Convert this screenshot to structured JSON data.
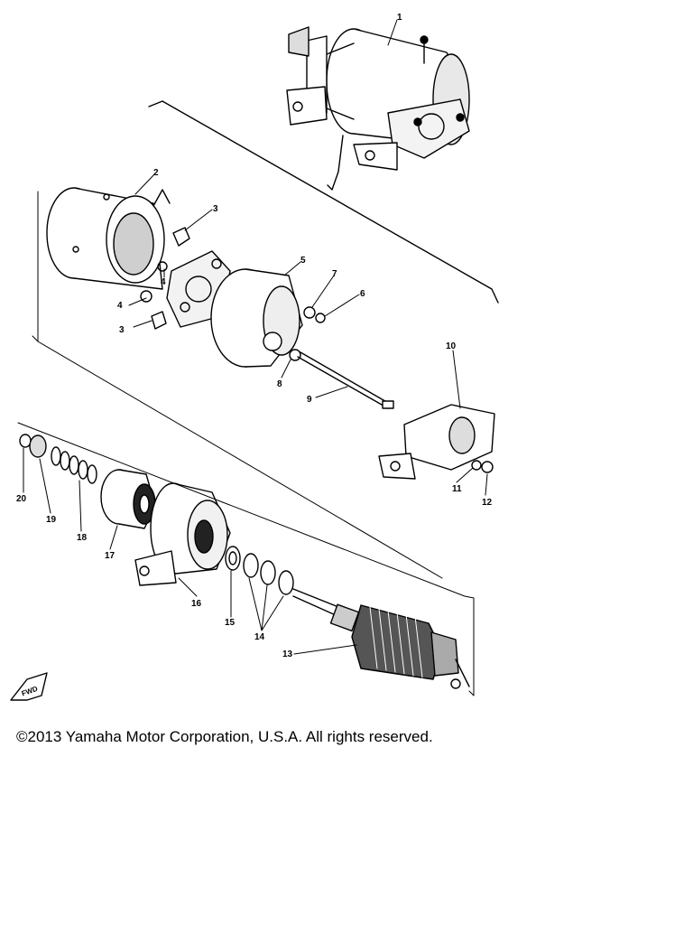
{
  "callouts": [
    "1",
    "2",
    "3",
    "4",
    "5",
    "6",
    "7",
    "8",
    "9",
    "10",
    "11",
    "12",
    "13",
    "14",
    "15",
    "16",
    "17",
    "18",
    "19",
    "20"
  ],
  "callout_3b": "3",
  "callout_4b": "4",
  "forward_label": "FWD",
  "copyright": "©2013 Yamaha Motor Corporation, U.S.A. All rights reserved."
}
